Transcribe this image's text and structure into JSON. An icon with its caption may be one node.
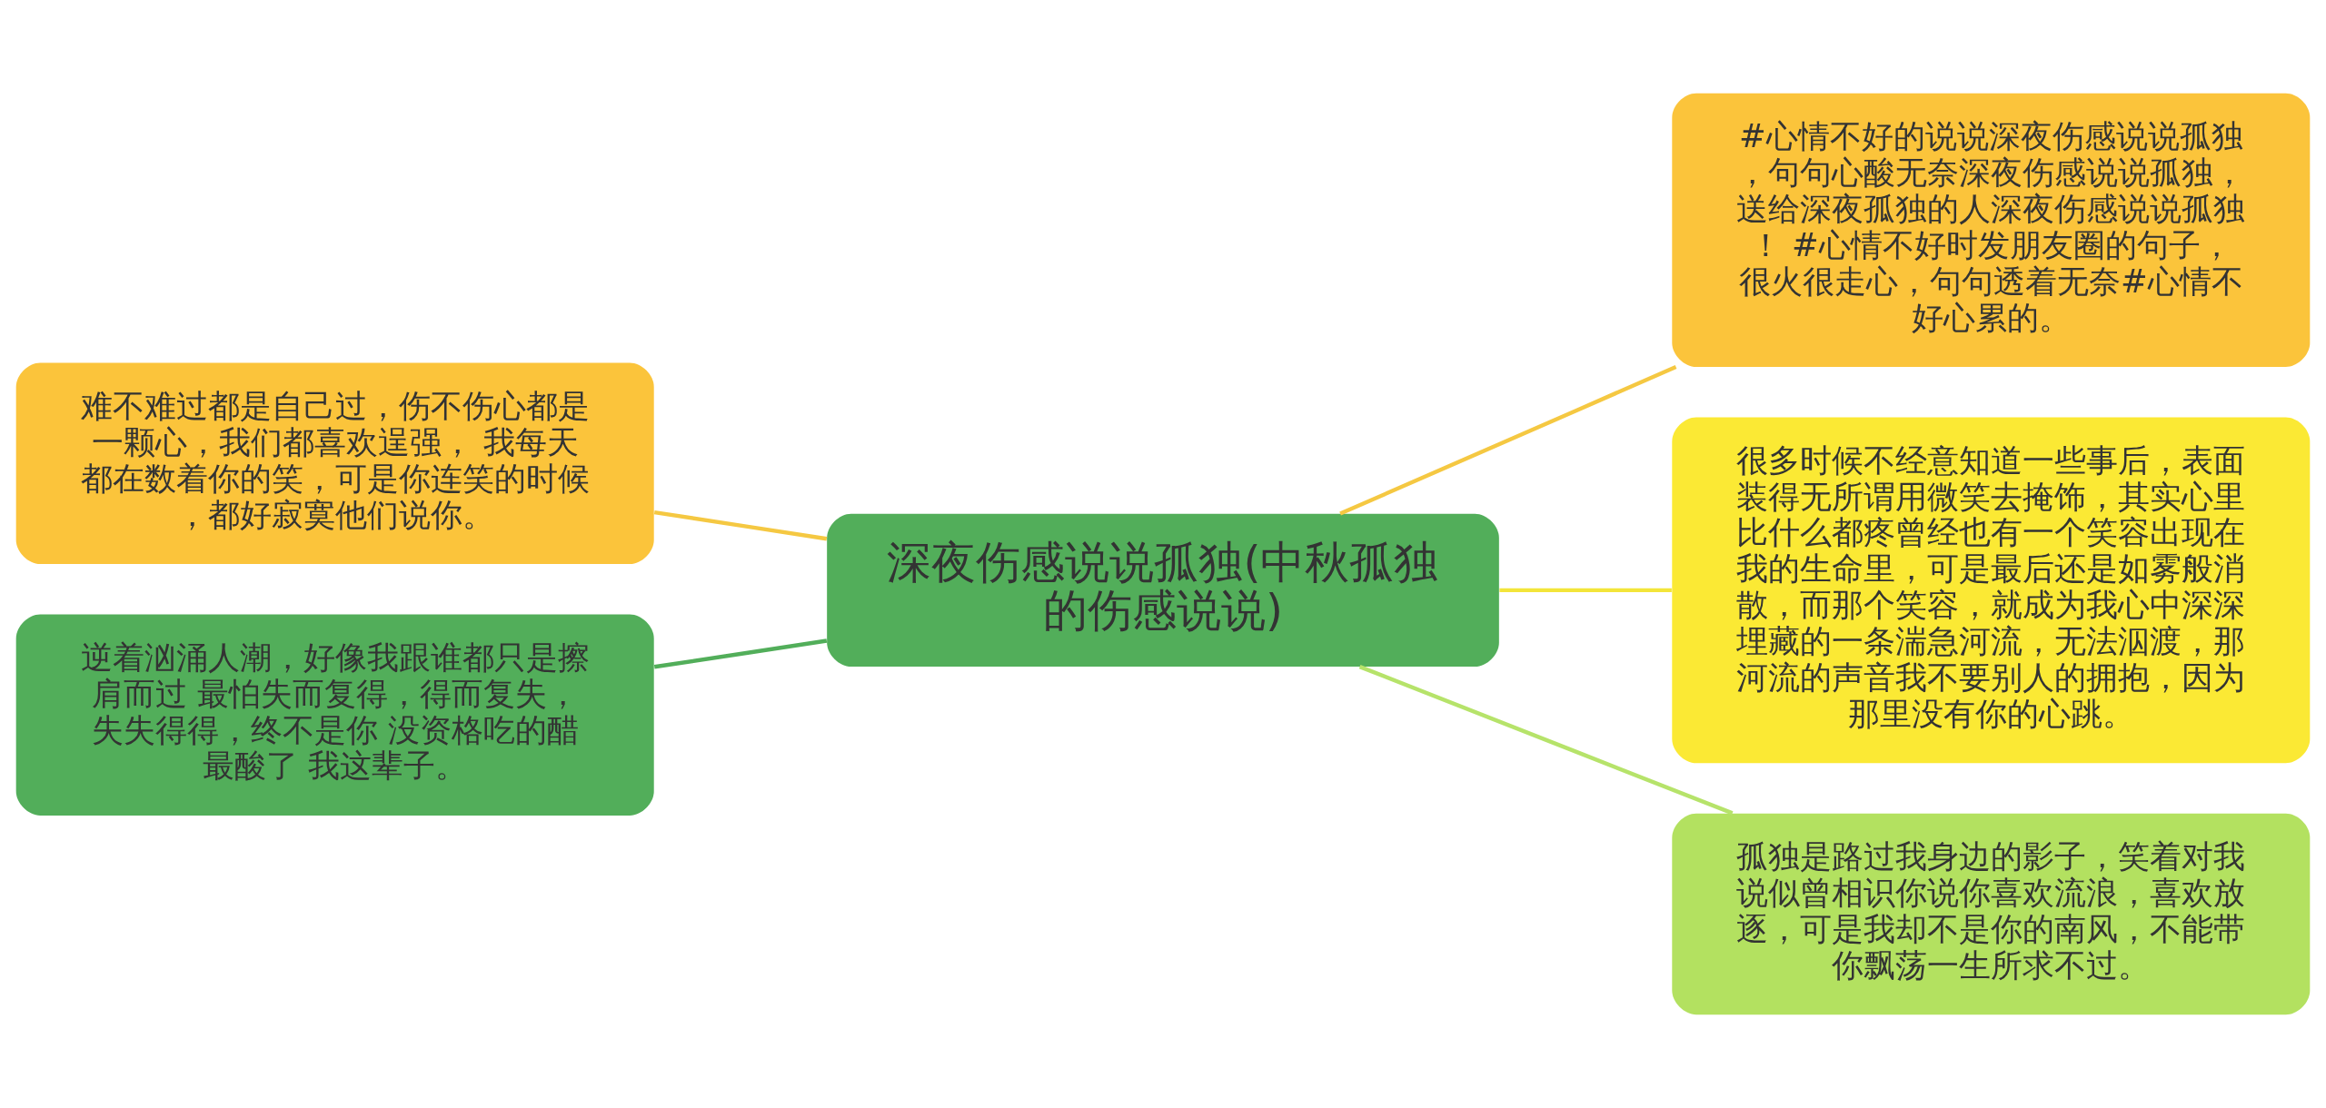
{
  "diagram": {
    "nodes": [
      {
        "text": [
          "深夜伤感说说孤独(中秋孤独的伤感说说)"
        ]
      },
      {
        "text": [
          "#心情不好的说说深夜伤感说说孤独，句句心酸无奈深夜伤感说说孤独，送给深夜孤独的人深夜伤感说说孤独！ #心情不好时发朋友圈的句子，很火很走心，句句透着无奈#心情不好心累的。"
        ]
      },
      {
        "text": [
          "难不难过都是自己过，伤不伤心都是一颗心，我们都喜欢逞强， 我每天都在数着你的笑，可是你连笑的时候，都好寂寞他们说你。"
        ]
      },
      {
        "text": [
          "很多时候不经意知道一些事后，表面装得无所谓用微笑去掩饰，其实心里比什么都疼曾经也有一个笑容出现在我的生命里，可是最后还是如雾般消散，而那个笑容，就成为我心中深深埋藏的一条湍急河流，无法泅渡，那河流的声音我不要别人的拥抱，因为那里没有你的心跳。"
        ]
      },
      {
        "text": [
          "逆着汹涌人潮，好像我跟谁都只是擦肩而过 最怕失而复得，得而复失，失失得得，终不是你 没资格吃的醋最酸了 我这辈子。"
        ]
      },
      {
        "text": [
          "孤独是路过我身边的影子，笑着对我说似曾相识你说你喜欢流浪，喜欢放逐，可是我却不是你的南风，不能带你飘荡一生所求不过。"
        ]
      }
    ],
    "edges": [
      {
        "from": 0,
        "to": 1,
        "arrow": "none",
        "color": "#f5c842"
      },
      {
        "from": 0,
        "to": 2,
        "arrow": "none",
        "color": "#f5c842"
      },
      {
        "from": 0,
        "to": 3,
        "arrow": "none",
        "color": "#f3e53a"
      },
      {
        "from": 0,
        "to": 4,
        "arrow": "none",
        "color": "#52ae5a"
      },
      {
        "from": 0,
        "to": 5,
        "arrow": "none",
        "color": "#b6e36a"
      }
    ]
  }
}
